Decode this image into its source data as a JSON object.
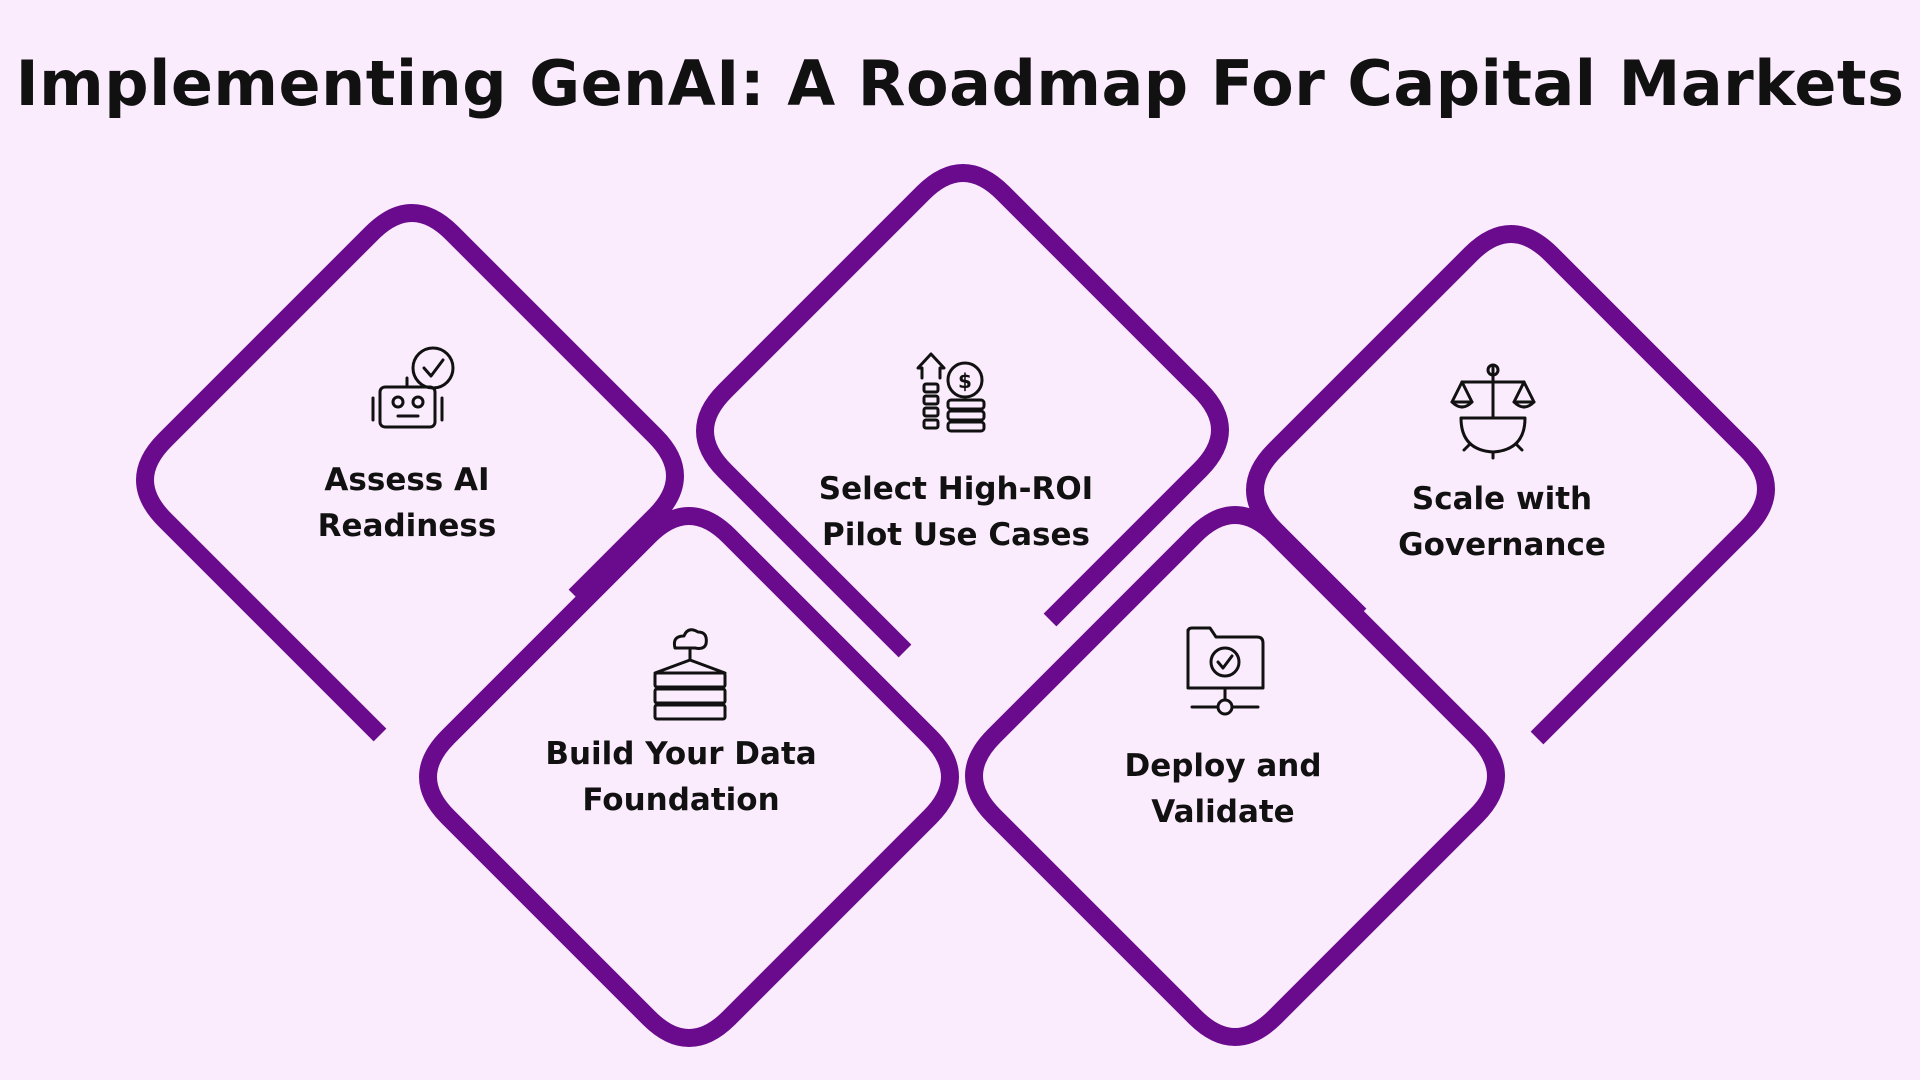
{
  "title": "Implementing GenAI: A Roadmap For Capital Markets",
  "colors": {
    "background": "#fbecfd",
    "accent": "#6a0b8e",
    "text": "#111111"
  },
  "steps": [
    {
      "line1": "Assess AI",
      "line2": "Readiness",
      "icon": "robot-check-icon"
    },
    {
      "line1": "Build Your Data",
      "line2": "Foundation",
      "icon": "data-stack-cloud-icon"
    },
    {
      "line1": "Select High-ROI",
      "line2": "Pilot Use Cases",
      "icon": "growth-coins-icon"
    },
    {
      "line1": "Deploy and",
      "line2": "Validate",
      "icon": "folder-network-check-icon"
    },
    {
      "line1": "Scale with",
      "line2": "Governance",
      "icon": "scales-gear-icon"
    }
  ]
}
